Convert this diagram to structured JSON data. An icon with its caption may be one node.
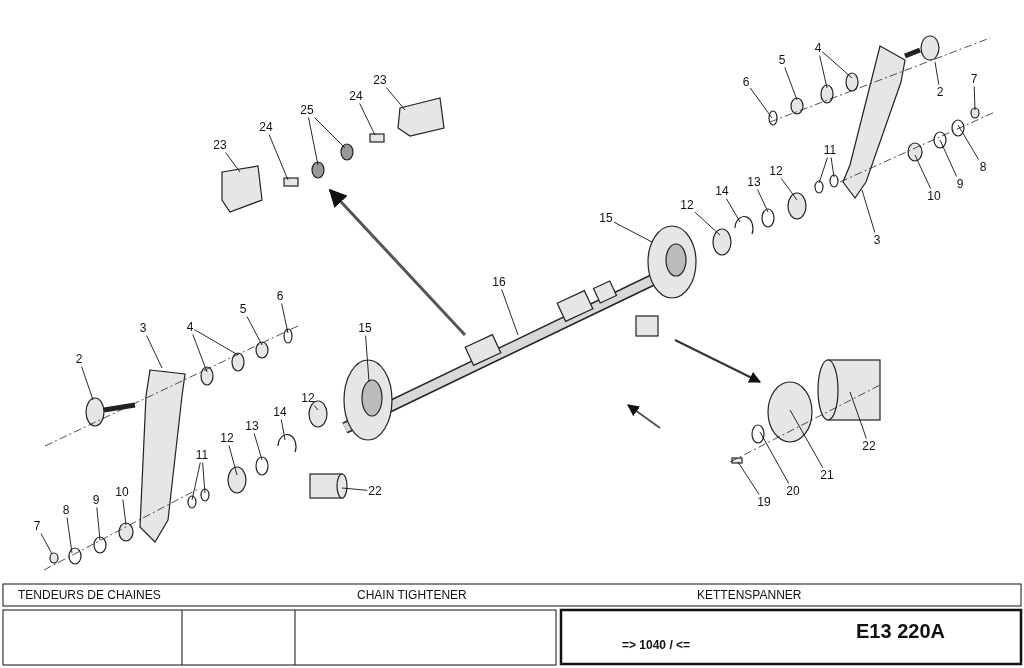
{
  "diagram": {
    "nodes": [
      {
        "text": [
          "5"
        ]
      },
      {
        "text": [
          "4"
        ]
      },
      {
        "text": [
          "23"
        ]
      },
      {
        "text": [
          "6"
        ]
      },
      {
        "text": [
          "7"
        ]
      },
      {
        "text": [
          "2"
        ]
      },
      {
        "text": [
          "24"
        ]
      },
      {
        "text": [
          "25"
        ]
      },
      {
        "text": [
          "24"
        ]
      },
      {
        "text": [
          "23"
        ]
      },
      {
        "text": [
          "11"
        ]
      },
      {
        "text": [
          "8"
        ]
      },
      {
        "text": [
          "12"
        ]
      },
      {
        "text": [
          "13"
        ]
      },
      {
        "text": [
          "9"
        ]
      },
      {
        "text": [
          "14"
        ]
      },
      {
        "text": [
          "10"
        ]
      },
      {
        "text": [
          "12"
        ]
      },
      {
        "text": [
          "15"
        ]
      },
      {
        "text": [
          "3"
        ]
      },
      {
        "text": [
          "16"
        ]
      },
      {
        "text": [
          "6"
        ]
      },
      {
        "text": [
          "5"
        ]
      },
      {
        "text": [
          "4"
        ]
      },
      {
        "text": [
          "3"
        ]
      },
      {
        "text": [
          "15"
        ]
      },
      {
        "text": [
          "2"
        ]
      },
      {
        "text": [
          "12"
        ]
      },
      {
        "text": [
          "14"
        ]
      },
      {
        "text": [
          "13"
        ]
      },
      {
        "text": [
          "12"
        ]
      },
      {
        "text": [
          "22"
        ]
      },
      {
        "text": [
          "11"
        ]
      },
      {
        "text": [
          "21"
        ]
      },
      {
        "text": [
          "22"
        ]
      },
      {
        "text": [
          "20"
        ]
      },
      {
        "text": [
          "10"
        ]
      },
      {
        "text": [
          "9"
        ]
      },
      {
        "text": [
          "19"
        ]
      },
      {
        "text": [
          "8"
        ]
      },
      {
        "text": [
          "7"
        ]
      }
    ],
    "edges": [
      {
        "from": 0,
        "to": null,
        "arrow": "none"
      },
      {
        "from": 1,
        "to": null,
        "arrow": "none"
      },
      {
        "from": 1,
        "to": null,
        "arrow": "none"
      },
      {
        "from": 2,
        "to": null,
        "arrow": "none"
      },
      {
        "from": 3,
        "to": null,
        "arrow": "none"
      },
      {
        "from": 4,
        "to": null,
        "arrow": "none"
      },
      {
        "from": 5,
        "to": null,
        "arrow": "none"
      },
      {
        "from": 6,
        "to": null,
        "arrow": "none"
      },
      {
        "from": 7,
        "to": null,
        "arrow": "none"
      },
      {
        "from": 7,
        "to": null,
        "arrow": "none"
      },
      {
        "from": 8,
        "to": null,
        "arrow": "none"
      },
      {
        "from": 9,
        "to": null,
        "arrow": "none"
      },
      {
        "from": 10,
        "to": null,
        "arrow": "none"
      },
      {
        "from": 10,
        "to": null,
        "arrow": "none"
      },
      {
        "from": 11,
        "to": null,
        "arrow": "none"
      },
      {
        "from": 12,
        "to": null,
        "arrow": "none"
      },
      {
        "from": 13,
        "to": null,
        "arrow": "none"
      },
      {
        "from": 14,
        "to": null,
        "arrow": "none"
      },
      {
        "from": 15,
        "to": null,
        "arrow": "none"
      },
      {
        "from": 16,
        "to": null,
        "arrow": "none"
      },
      {
        "from": 17,
        "to": null,
        "arrow": "none"
      },
      {
        "from": 18,
        "to": null,
        "arrow": "none"
      },
      {
        "from": 19,
        "to": null,
        "arrow": "none"
      },
      {
        "from": 20,
        "to": null,
        "arrow": "none"
      },
      {
        "from": 21,
        "to": null,
        "arrow": "none"
      },
      {
        "from": 22,
        "to": null,
        "arrow": "none"
      },
      {
        "from": 23,
        "to": null,
        "arrow": "none"
      },
      {
        "from": 23,
        "to": null,
        "arrow": "none"
      },
      {
        "from": 24,
        "to": null,
        "arrow": "none"
      },
      {
        "from": 25,
        "to": null,
        "arrow": "none"
      },
      {
        "from": 26,
        "to": null,
        "arrow": "none"
      },
      {
        "from": 27,
        "to": null,
        "arrow": "none"
      },
      {
        "from": 28,
        "to": null,
        "arrow": "none"
      },
      {
        "from": 29,
        "to": null,
        "arrow": "none"
      },
      {
        "from": 30,
        "to": null,
        "arrow": "none"
      },
      {
        "from": 31,
        "to": null,
        "arrow": "none"
      },
      {
        "from": 32,
        "to": null,
        "arrow": "none"
      },
      {
        "from": 32,
        "to": null,
        "arrow": "none"
      },
      {
        "from": 33,
        "to": null,
        "arrow": "none"
      },
      {
        "from": 34,
        "to": null,
        "arrow": "none"
      },
      {
        "from": 35,
        "to": null,
        "arrow": "none"
      },
      {
        "from": 36,
        "to": null,
        "arrow": "none"
      },
      {
        "from": 37,
        "to": null,
        "arrow": "none"
      },
      {
        "from": 38,
        "to": null,
        "arrow": "none"
      },
      {
        "from": 39,
        "to": null,
        "arrow": "none"
      },
      {
        "from": 40,
        "to": null,
        "arrow": "none"
      }
    ],
    "labels": [
      "TENDEURS DE CHAINES",
      "CHAIN TIGHTENER",
      "KETTENSPANNER",
      "=> 1040 / <=",
      "E13 220A"
    ]
  }
}
